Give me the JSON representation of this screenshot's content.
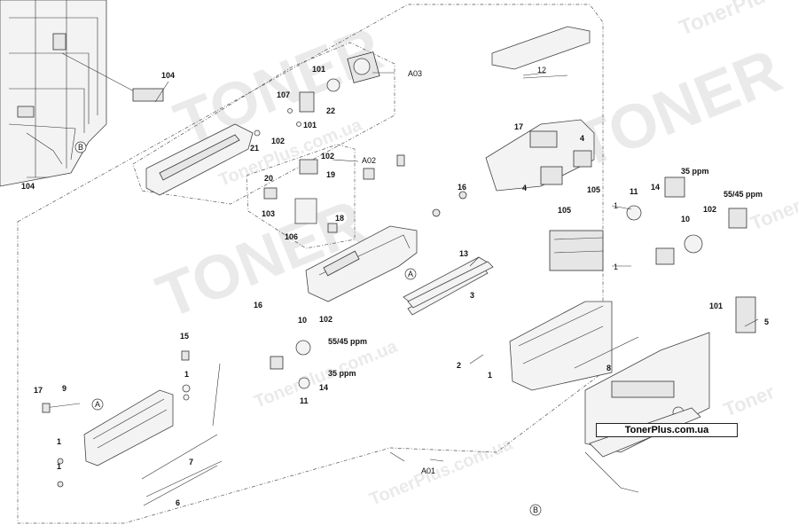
{
  "brand": "TonerPlus.com.ua",
  "watermark": {
    "big": "TONER",
    "small": "TonerPlus.com.ua",
    "side": "Toner"
  },
  "callouts": {
    "c104a": "104",
    "c104b": "104",
    "cB1": "B",
    "cB2": "B",
    "c101a": "101",
    "c107": "107",
    "c22": "22",
    "c101b": "101",
    "c21": "21",
    "c102a": "102",
    "cA03": "A03",
    "c102b": "102",
    "cA02": "A02",
    "c20": "20",
    "c19": "19",
    "c103": "103",
    "c18": "18",
    "c106": "106",
    "cAa": "A",
    "cAb": "A",
    "c12": "12",
    "c17a": "17",
    "c4a": "4",
    "c4b": "4",
    "c105a": "105",
    "c105b": "105",
    "c35a": "35 ppm",
    "c55a": "55/45 ppm",
    "c11a": "11",
    "c14a": "14",
    "c10a": "10",
    "c102c": "102",
    "c1a": "1",
    "c1b": "1",
    "c16a": "16",
    "c13": "13",
    "c3": "3",
    "c16b": "16",
    "c10b": "10",
    "c102d": "102",
    "c55b": "55/45 ppm",
    "c15": "15",
    "c35b": "35 ppm",
    "c14b": "14",
    "c11b": "11",
    "c2": "2",
    "c1c": "1",
    "c8": "8",
    "c101c": "101",
    "c5": "5",
    "c17b": "17",
    "c9": "9",
    "c1d": "1",
    "c1e": "1",
    "c1f": "1",
    "c7": "7",
    "c6": "6",
    "cA01": "A01"
  }
}
